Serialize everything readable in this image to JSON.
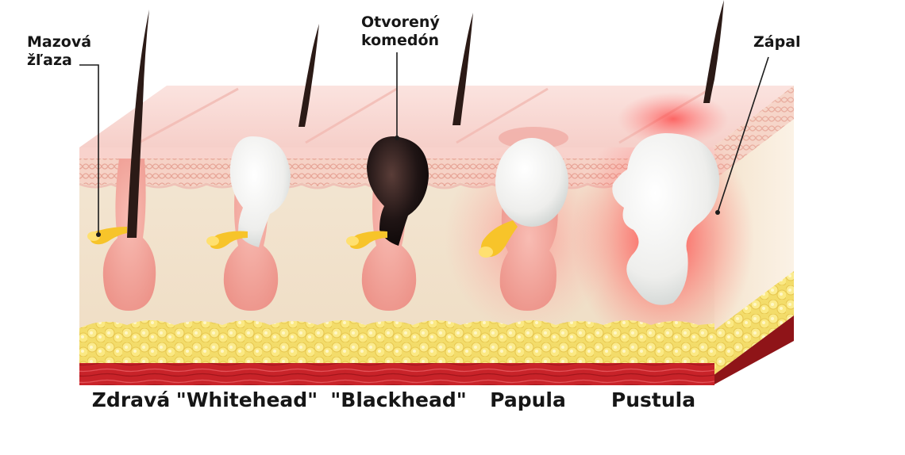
{
  "callouts": {
    "sebaceous_gland": [
      "Mazová",
      "žľaza"
    ],
    "open_comedone": [
      "Otvorený",
      "komedón"
    ],
    "inflammation": "Zápal"
  },
  "captions": [
    "Zdravá",
    "\"Whitehead\"",
    "\"Blackhead\"",
    "Papula",
    "Pustula"
  ],
  "colors": {
    "epidermis_top": "#f9dbd6",
    "epidermis_front": "#f7c9c3",
    "dermis": "#f2e4cf",
    "fat": "#f5e27a",
    "muscle": "#c8242b",
    "follicle": "#f2a49b",
    "sebum": "#f7c42a",
    "hair": "#2b1a16",
    "whitehead": "#f4f4f2",
    "blackhead": "#1c1212",
    "inflammation": "#ff3b3b"
  },
  "icons": [
    "hair-icon",
    "follicle-icon",
    "sebaceous-gland-icon",
    "pus-icon",
    "fat-cells-icon"
  ]
}
